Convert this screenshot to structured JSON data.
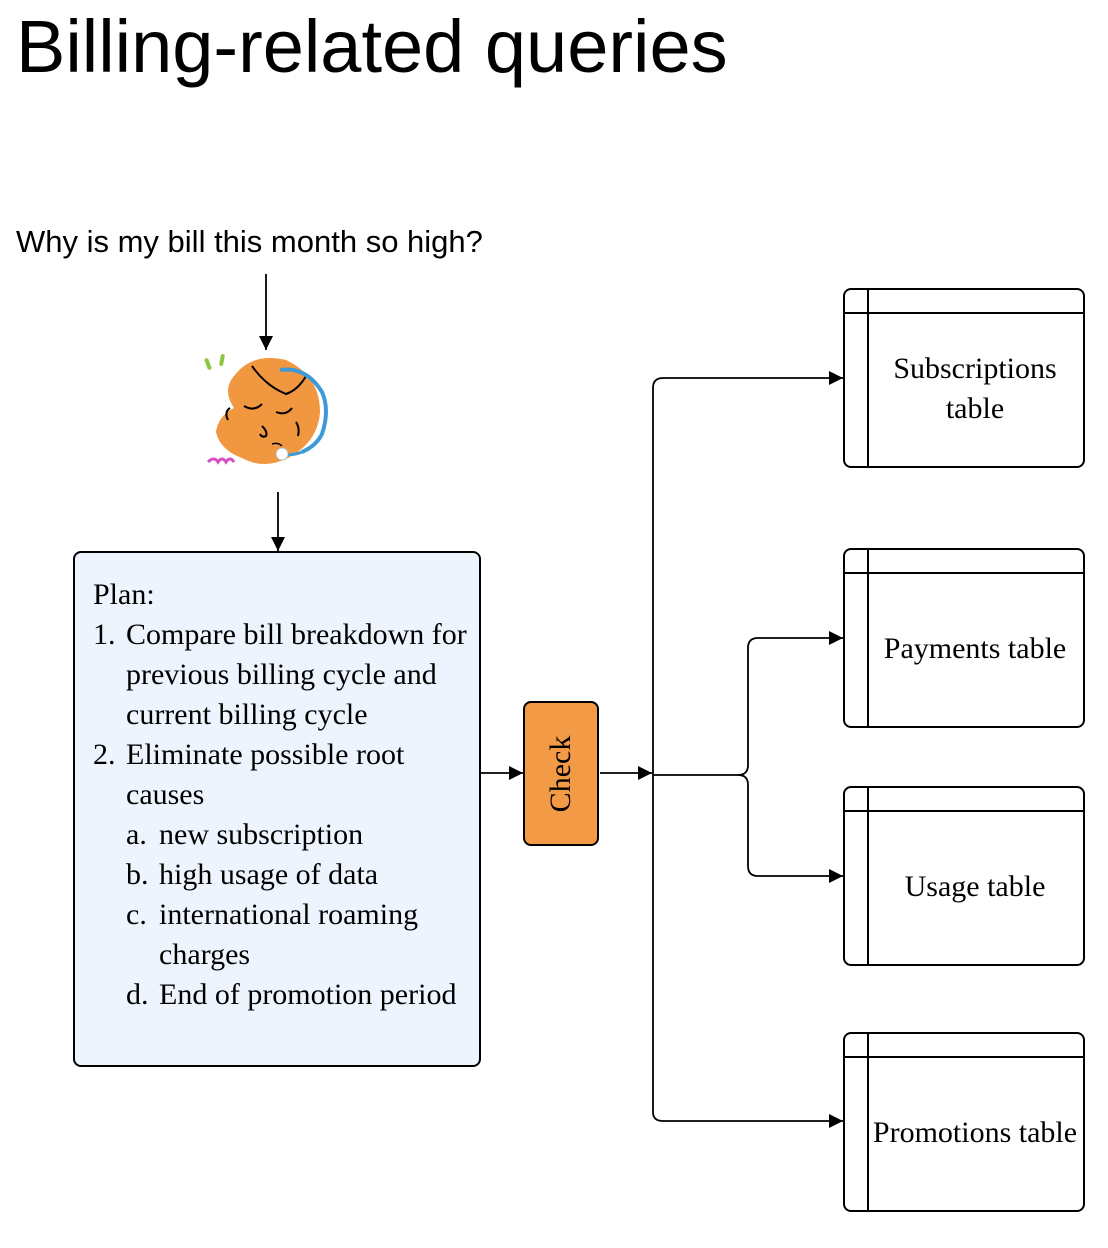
{
  "title": "Billing-related queries",
  "question": "Why is my bill this month so high?",
  "avatar_icon": "customer-support-agent-headset-icon",
  "plan": {
    "heading": "Plan:",
    "steps": [
      {
        "num": "1.",
        "text": "Compare bill breakdown for previous billing cycle and current billing cycle"
      },
      {
        "num": "2.",
        "text": "Eliminate possible root causes"
      }
    ],
    "causes": [
      {
        "num": "a.",
        "text": "new subscription"
      },
      {
        "num": "b.",
        "text": "high usage of data"
      },
      {
        "num": "c.",
        "text": "international roaming charges"
      },
      {
        "num": "d.",
        "text": "End of promotion period"
      }
    ]
  },
  "check_label": "Check",
  "tables": [
    {
      "label": "Subscriptions table"
    },
    {
      "label": "Payments table"
    },
    {
      "label": "Usage table"
    },
    {
      "label": "Promotions table"
    }
  ],
  "colors": {
    "plan_fill": "#eef4fd",
    "check_fill": "#f29a46",
    "avatar_face": "#f0973f",
    "headset": "#3d9ad6"
  }
}
